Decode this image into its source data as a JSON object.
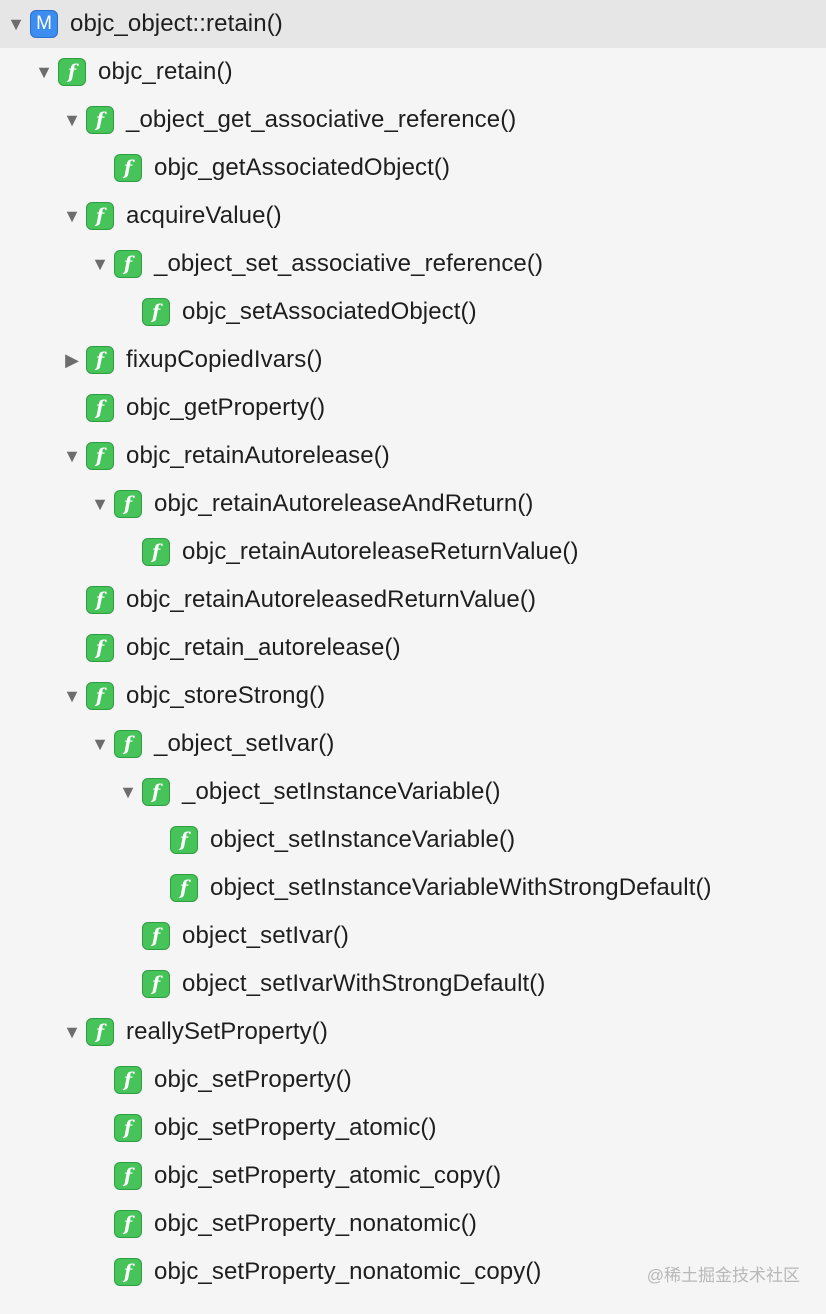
{
  "tree": [
    {
      "label": "objc_object::retain()",
      "icon": "method-icon",
      "badge": "M",
      "depth": 0,
      "toggle": "expanded"
    },
    {
      "label": "objc_retain()",
      "icon": "function-icon",
      "badge": "f",
      "depth": 1,
      "toggle": "expanded"
    },
    {
      "label": "_object_get_associative_reference()",
      "icon": "function-icon",
      "badge": "f",
      "depth": 2,
      "toggle": "expanded"
    },
    {
      "label": "objc_getAssociatedObject()",
      "icon": "function-icon",
      "badge": "f",
      "depth": 3,
      "toggle": "none"
    },
    {
      "label": "acquireValue()",
      "icon": "function-icon",
      "badge": "f",
      "depth": 2,
      "toggle": "expanded"
    },
    {
      "label": "_object_set_associative_reference()",
      "icon": "function-icon",
      "badge": "f",
      "depth": 3,
      "toggle": "expanded"
    },
    {
      "label": "objc_setAssociatedObject()",
      "icon": "function-icon",
      "badge": "f",
      "depth": 4,
      "toggle": "none"
    },
    {
      "label": "fixupCopiedIvars()",
      "icon": "function-icon",
      "badge": "f",
      "depth": 2,
      "toggle": "collapsed"
    },
    {
      "label": "objc_getProperty()",
      "icon": "function-icon",
      "badge": "f",
      "depth": 2,
      "toggle": "none"
    },
    {
      "label": "objc_retainAutorelease()",
      "icon": "function-icon",
      "badge": "f",
      "depth": 2,
      "toggle": "expanded"
    },
    {
      "label": "objc_retainAutoreleaseAndReturn()",
      "icon": "function-icon",
      "badge": "f",
      "depth": 3,
      "toggle": "expanded"
    },
    {
      "label": "objc_retainAutoreleaseReturnValue()",
      "icon": "function-icon",
      "badge": "f",
      "depth": 4,
      "toggle": "none"
    },
    {
      "label": "objc_retainAutoreleasedReturnValue()",
      "icon": "function-icon",
      "badge": "f",
      "depth": 2,
      "toggle": "none"
    },
    {
      "label": "objc_retain_autorelease()",
      "icon": "function-icon",
      "badge": "f",
      "depth": 2,
      "toggle": "none"
    },
    {
      "label": "objc_storeStrong()",
      "icon": "function-icon",
      "badge": "f",
      "depth": 2,
      "toggle": "expanded"
    },
    {
      "label": "_object_setIvar()",
      "icon": "function-icon",
      "badge": "f",
      "depth": 3,
      "toggle": "expanded"
    },
    {
      "label": "_object_setInstanceVariable()",
      "icon": "function-icon",
      "badge": "f",
      "depth": 4,
      "toggle": "expanded"
    },
    {
      "label": "object_setInstanceVariable()",
      "icon": "function-icon",
      "badge": "f",
      "depth": 5,
      "toggle": "none"
    },
    {
      "label": "object_setInstanceVariableWithStrongDefault()",
      "icon": "function-icon",
      "badge": "f",
      "depth": 5,
      "toggle": "none"
    },
    {
      "label": "object_setIvar()",
      "icon": "function-icon",
      "badge": "f",
      "depth": 4,
      "toggle": "none"
    },
    {
      "label": "object_setIvarWithStrongDefault()",
      "icon": "function-icon",
      "badge": "f",
      "depth": 4,
      "toggle": "none"
    },
    {
      "label": "reallySetProperty()",
      "icon": "function-icon",
      "badge": "f",
      "depth": 2,
      "toggle": "expanded"
    },
    {
      "label": "objc_setProperty()",
      "icon": "function-icon",
      "badge": "f",
      "depth": 3,
      "toggle": "none"
    },
    {
      "label": "objc_setProperty_atomic()",
      "icon": "function-icon",
      "badge": "f",
      "depth": 3,
      "toggle": "none"
    },
    {
      "label": "objc_setProperty_atomic_copy()",
      "icon": "function-icon",
      "badge": "f",
      "depth": 3,
      "toggle": "none"
    },
    {
      "label": "objc_setProperty_nonatomic()",
      "icon": "function-icon",
      "badge": "f",
      "depth": 3,
      "toggle": "none"
    },
    {
      "label": "objc_setProperty_nonatomic_copy()",
      "icon": "function-icon",
      "badge": "f",
      "depth": 3,
      "toggle": "none"
    }
  ],
  "toggle_glyphs": {
    "expanded": "▼",
    "collapsed": "▶",
    "none": ""
  },
  "watermark": "@稀土掘金技术社区",
  "colors": {
    "function_icon": "#46c45a",
    "method_icon": "#3d8cf0",
    "selected_row": "#e6e6e6",
    "background": "#f5f5f5"
  }
}
